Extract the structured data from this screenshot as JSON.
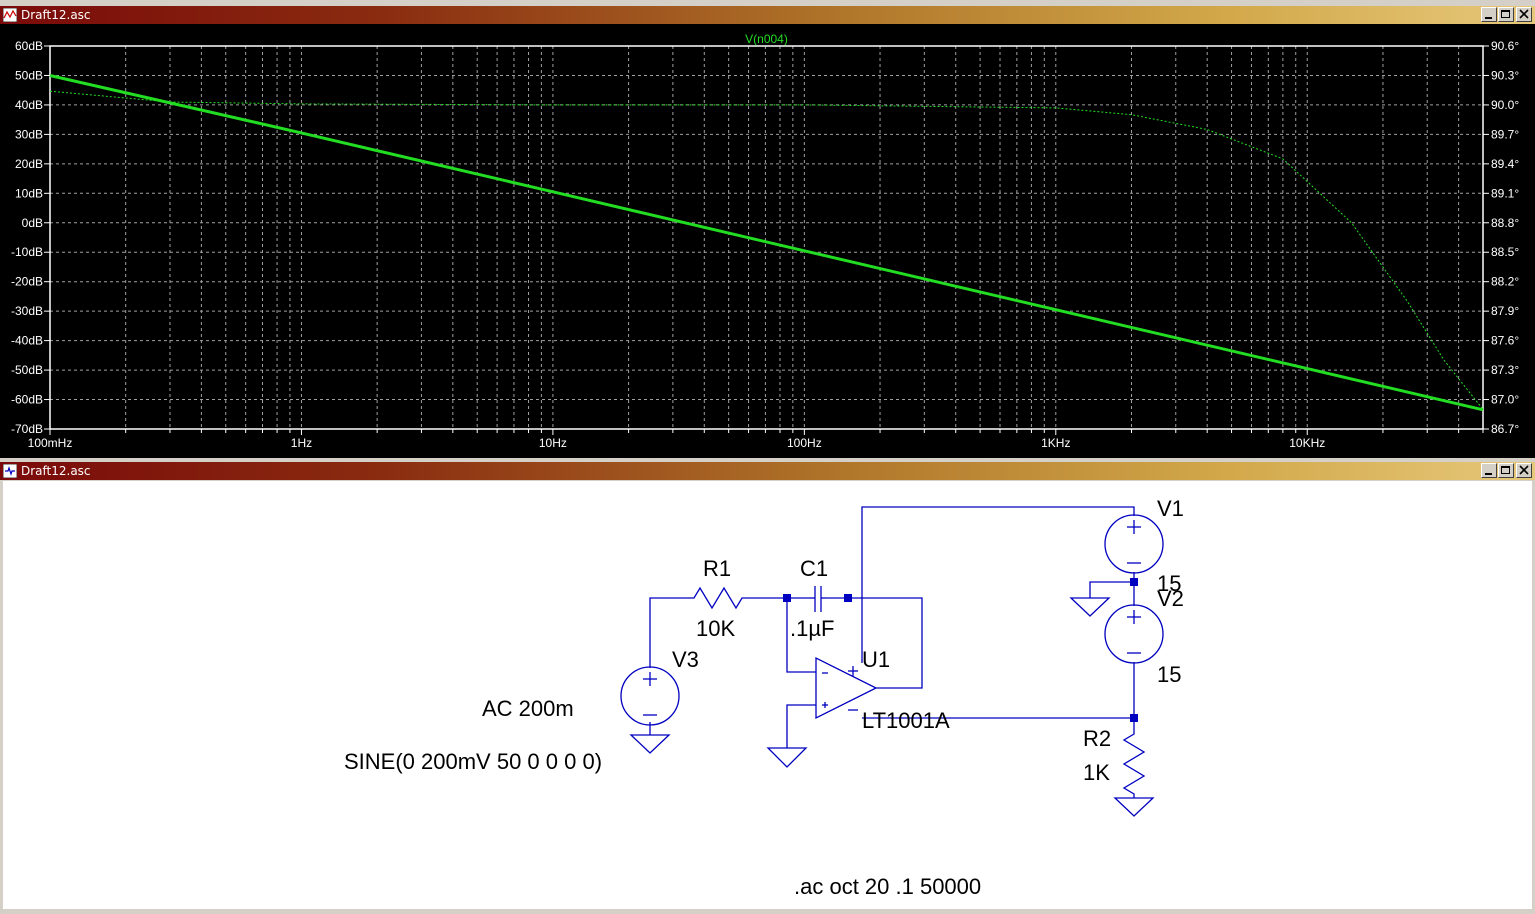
{
  "plot_window": {
    "title": "Draft12.asc",
    "trace_name": "V(n004)"
  },
  "schematic_window": {
    "title": "Draft12.asc"
  },
  "colors": {
    "trace": "#22dd22",
    "grid": "#a0a0a0",
    "wire": "#0000c0",
    "title_left": "#7a0a0a",
    "title_right": "#e6c87a"
  },
  "chart_data": {
    "type": "line",
    "xscale": "log",
    "xlabel": "",
    "ylabel": "",
    "xlim": [
      0.1,
      50000
    ],
    "ylim_left": [
      -70,
      60
    ],
    "ylim_right": [
      86.7,
      90.6
    ],
    "x_ticks": [
      "100mHz",
      "1Hz",
      "10Hz",
      "100Hz",
      "1KHz",
      "10KHz"
    ],
    "y_ticks_left": [
      "60dB",
      "50dB",
      "40dB",
      "30dB",
      "20dB",
      "10dB",
      "0dB",
      "-10dB",
      "-20dB",
      "-30dB",
      "-40dB",
      "-50dB",
      "-60dB",
      "-70dB"
    ],
    "y_ticks_right": [
      "90.6°",
      "90.3°",
      "90.0°",
      "89.7°",
      "89.4°",
      "89.1°",
      "88.8°",
      "88.5°",
      "88.2°",
      "87.9°",
      "87.6°",
      "87.3°",
      "87.0°",
      "86.7°"
    ],
    "grid": true,
    "series": [
      {
        "name": "V(n004)",
        "axis": "left",
        "style": "solid",
        "x": [
          0.1,
          1,
          10,
          100,
          1000,
          10000,
          50000
        ],
        "y": [
          50,
          30.5,
          10.5,
          -9.5,
          -29.5,
          -49.5,
          -63.5
        ]
      },
      {
        "axis": "right",
        "style": "dotted",
        "x": [
          0.1,
          0.3,
          1,
          10,
          100,
          1000,
          2000,
          4000,
          8000,
          15000,
          25000,
          35000,
          50000
        ],
        "y": [
          90.14,
          90.03,
          90.01,
          90.0,
          90.0,
          89.97,
          89.9,
          89.75,
          89.45,
          88.8,
          88.0,
          87.4,
          86.9
        ]
      }
    ]
  },
  "schematic": {
    "components": {
      "R1": {
        "ref": "R1",
        "value": "10K"
      },
      "C1": {
        "ref": "C1",
        "value": ".1µF"
      },
      "U1": {
        "ref": "U1",
        "value": "LT1001A"
      },
      "V1": {
        "ref": "V1",
        "value": "15"
      },
      "V2": {
        "ref": "V2",
        "value": "15"
      },
      "V3": {
        "ref": "V3",
        "value_ac": "AC 200m",
        "value_tran": "SINE(0 200mV 50 0 0 0 0)"
      },
      "R2": {
        "ref": "R2",
        "value": "1K"
      }
    },
    "directive": ".ac oct 20 .1 50000"
  }
}
